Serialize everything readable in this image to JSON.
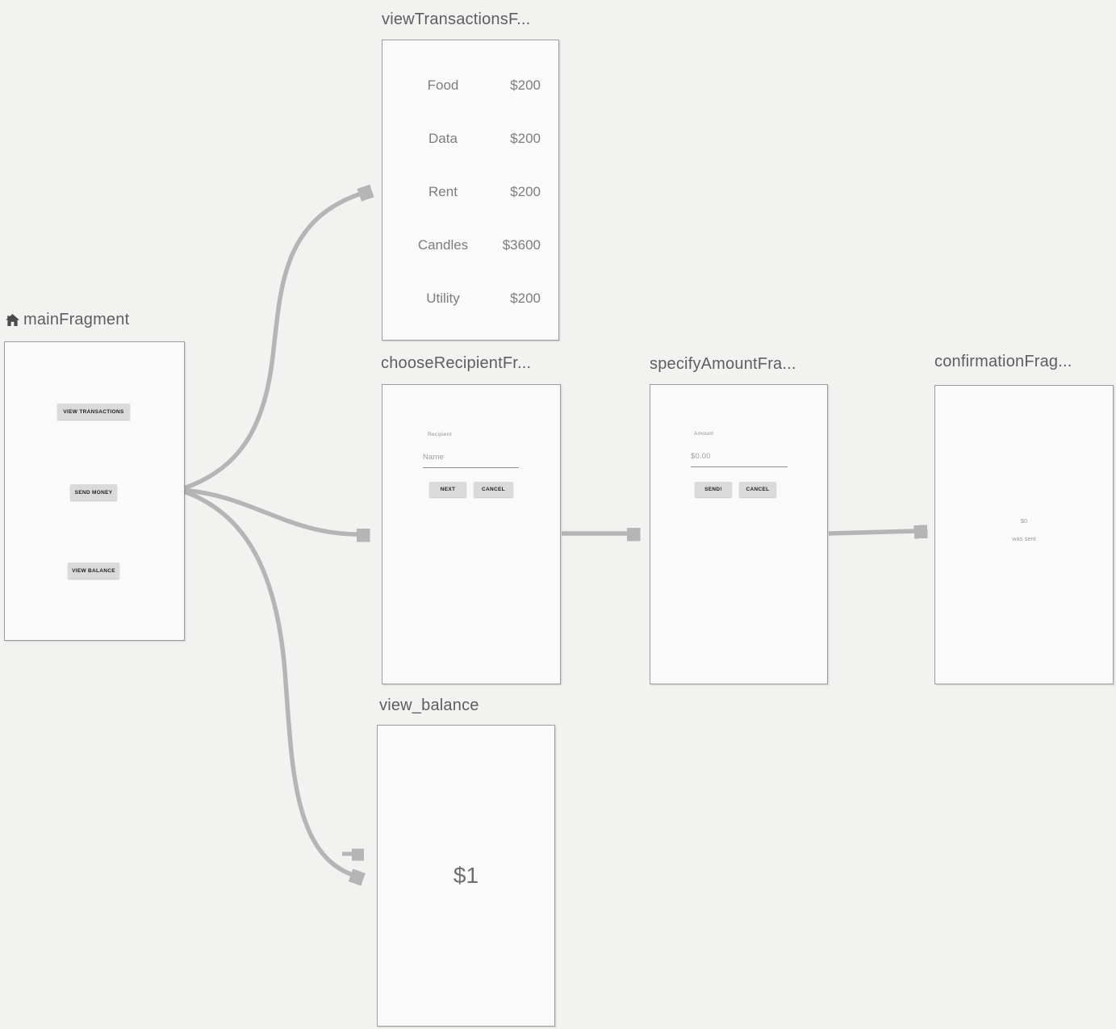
{
  "colors": {
    "background": "#f2f2f1",
    "panel_background": "#fafafa",
    "panel_border": "#9c9c9c",
    "arrow": "#b5b5b5",
    "title_text": "#5e5e5e",
    "preview_text": "#7d7d7d",
    "mock_button_background": "#dadada"
  },
  "fragments": {
    "main": {
      "title": "mainFragment",
      "icon": "home-icon",
      "buttons": [
        "VIEW TRANSACTIONS",
        "SEND MONEY",
        "VIEW BALANCE"
      ]
    },
    "view_transactions": {
      "title": "viewTransactionsF...",
      "rows": [
        {
          "label": "Food",
          "amount": "$200"
        },
        {
          "label": "Data",
          "amount": "$200"
        },
        {
          "label": "Rent",
          "amount": "$200"
        },
        {
          "label": "Candles",
          "amount": "$3600"
        },
        {
          "label": "Utility",
          "amount": "$200"
        }
      ]
    },
    "choose_recipient": {
      "title": "chooseRecipientFr...",
      "field_label": "Recipient",
      "field_value": "Name",
      "next_label": "NEXT",
      "cancel_label": "CANCEL"
    },
    "specify_amount": {
      "title": "specifyAmountFra...",
      "field_label": "Amount",
      "field_value": "$0.00",
      "send_label": "SEND!",
      "cancel_label": "CANCEL"
    },
    "confirmation": {
      "title": "confirmationFrag...",
      "amount": "$0",
      "message": "was sent"
    },
    "view_balance": {
      "title": "view_balance",
      "balance": "$1"
    }
  }
}
